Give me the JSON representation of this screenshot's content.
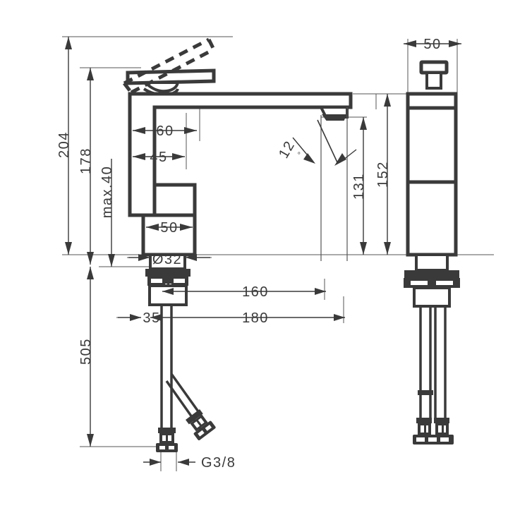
{
  "drawing": {
    "type": "technical-dimension-drawing",
    "subject": "single-lever basin mixer faucet",
    "background_color": "#ffffff",
    "line_color": "#3a3a3a",
    "thin_line_color": "#555555",
    "views": [
      {
        "id": "front-view",
        "label": ""
      },
      {
        "id": "side-view",
        "label": ""
      }
    ]
  },
  "dimensions": {
    "total_height": "204",
    "spout_height_overall": "178",
    "max_deck_thickness": "max.40",
    "body_width_upper": "60",
    "body_width_inner": "45",
    "base_width": "50",
    "base_diameter": "Ø32",
    "spout_outlet_height": "131",
    "body_top_height": "152",
    "reach_short": "160",
    "reach_long": "180",
    "base_offset": "35",
    "hose_length_total": "505",
    "side_width": "50",
    "swivel_angle": "12",
    "swivel_angle_unit": "°",
    "thread_size": "G3/8"
  },
  "annotations": {
    "angle_label": "12",
    "angle_symbol": "°",
    "thread_label": "G3/8",
    "diameter_symbol": "Ø"
  }
}
